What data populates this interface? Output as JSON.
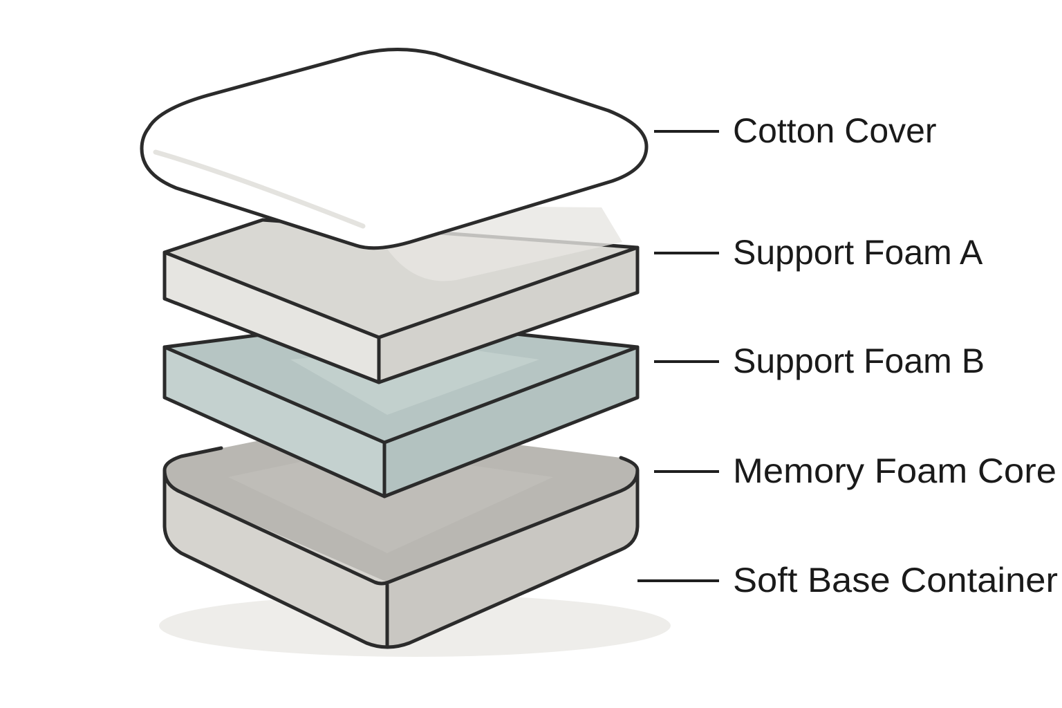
{
  "layers": [
    {
      "id": "cotton-cover",
      "label": "Cotton Cover",
      "color": "#ffffff"
    },
    {
      "id": "support-foam-a",
      "label": "Support Foam A",
      "color": "#e2e1dc"
    },
    {
      "id": "support-foam-b",
      "label": "Support Foam B",
      "color": "#c2cfcd"
    },
    {
      "id": "memory-foam-core",
      "label": "Memory Foam Core",
      "color": "#bfbdb8"
    },
    {
      "id": "soft-base-container",
      "label": "Soft Base Container",
      "color": "#c8c6c1"
    }
  ],
  "colors": {
    "outline": "#2b2b2b",
    "text": "#1a1a1a",
    "background": "#ffffff"
  }
}
